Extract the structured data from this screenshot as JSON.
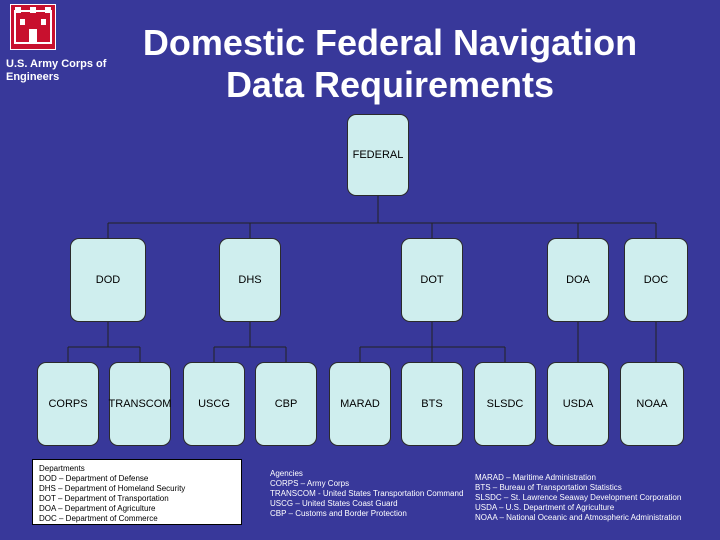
{
  "header": {
    "org": "U.S. Army Corps of Engineers",
    "title_line1": "Domestic Federal Navigation",
    "title_line2": "Data Requirements"
  },
  "nodes": {
    "federal": "FEDERAL",
    "dod": "DOD",
    "dhs": "DHS",
    "dot": "DOT",
    "doa": "DOA",
    "doc": "DOC",
    "corps": "CORPS",
    "transcom": "TRANSCOM",
    "uscg": "USCG",
    "cbp": "CBP",
    "marad": "MARAD",
    "bts": "BTS",
    "slsdc": "SLSDC",
    "usda": "USDA",
    "noaa": "NOAA"
  },
  "departments": {
    "heading": "Departments",
    "items": [
      "DOD – Department of Defense",
      "DHS – Department of Homeland Security",
      "DOT – Department of Transportation",
      "DOA – Department of Agriculture",
      "DOC – Department of Commerce"
    ]
  },
  "agencies": {
    "heading": "Agencies",
    "items": [
      "CORPS – Army Corps",
      "TRANSCOM - United States Transportation Command",
      "USCG – United States Coast Guard",
      "CBP – Customs and Border Protection"
    ]
  },
  "agencies_right": {
    "items": [
      "MARAD – Maritime Administration",
      "BTS – Bureau of Transportation Statistics",
      "SLSDC – St. Lawrence Seaway Development Corporation",
      "USDA – U.S. Department of Agriculture",
      "NOAA – National Oceanic and Atmospheric Administration"
    ]
  },
  "colors": {
    "background": "#38389a",
    "box_fill": "#cfeeee",
    "logo": "#c8102e"
  },
  "icons": {
    "logo": "castle-logo-icon"
  }
}
